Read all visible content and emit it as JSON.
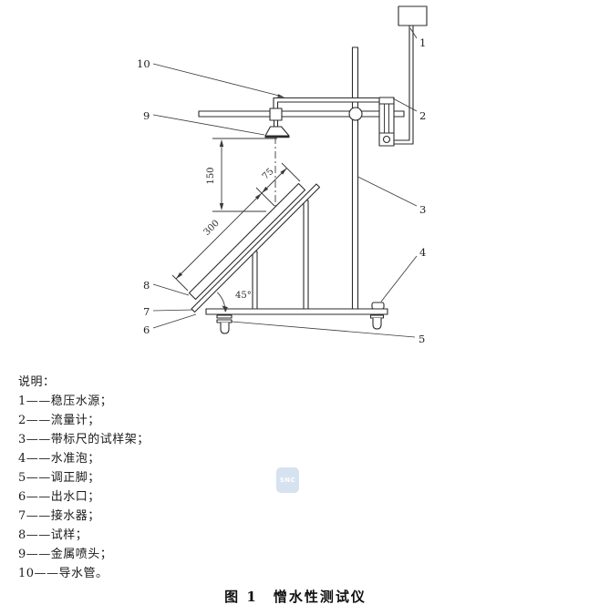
{
  "figure": {
    "caption": "图 1　憎水性测试仪"
  },
  "legend": {
    "heading": "说明：",
    "items": [
      "1——稳压水源；",
      "2——流量计；",
      "3——带标尺的试样架；",
      "4——水准泡；",
      "5——调正脚；",
      "6——出水口；",
      "7——接水器；",
      "8——试样；",
      "9——金属喷头；",
      "10——导水管。"
    ]
  },
  "diagram": {
    "callouts": {
      "c1": "1",
      "c2": "2",
      "c3": "3",
      "c4": "4",
      "c5": "5",
      "c6": "6",
      "c7": "7",
      "c8": "8",
      "c9": "9",
      "c10": "10"
    },
    "dimensions": {
      "drop_height": "150",
      "sample_length": "300",
      "impact_offset": "75",
      "incline_angle": "45°"
    }
  },
  "watermark": {
    "text": "SNC"
  },
  "colors": {
    "line": "#2b2b2b",
    "annotation": "#3a3a3a",
    "background": "#ffffff",
    "watermark_bg": "#cfdeee"
  }
}
